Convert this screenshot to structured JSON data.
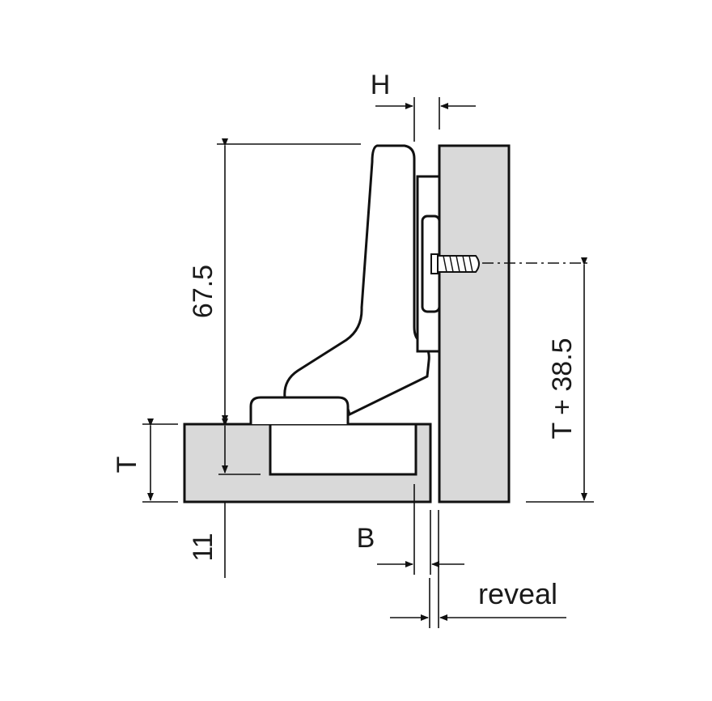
{
  "labels": {
    "h": "H",
    "height_675": "67.5",
    "t_plus": "T + 38.5",
    "t": "T",
    "eleven": "11",
    "b": "B",
    "reveal": "reveal"
  },
  "colors": {
    "panel_fill": "#d9d9d9",
    "line": "#111111",
    "background": "#ffffff"
  }
}
